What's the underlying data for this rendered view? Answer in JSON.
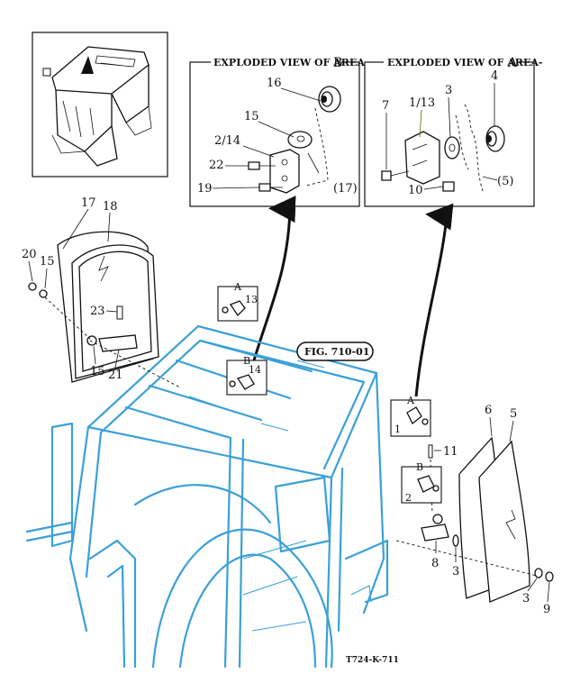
{
  "figure_code": "T724-K-711",
  "fig_ref": "FIG. 710-01",
  "exploded_b": {
    "title": "EXPLODED VIEW OF AREA-",
    "letter": "B"
  },
  "exploded_a": {
    "title": "EXPLODED VIEW OF AREA-",
    "letter": "A"
  },
  "callouts": {
    "area_a_top": {
      "letter": "A",
      "num": "13"
    },
    "area_b_top": {
      "letter": "B",
      "num": "14"
    },
    "area_a_right": {
      "letter": "A",
      "num": "1"
    },
    "area_b_right": {
      "letter": "B",
      "num": "2"
    }
  },
  "labels": {
    "n16": "16",
    "n15b": "15",
    "n2_14": "2/14",
    "n22": "22",
    "n19": "19",
    "n17p": "(17)",
    "n7": "7",
    "n1_13": "1/13",
    "n3a": "3",
    "n4": "4",
    "n10": "10",
    "n5p": "(5)",
    "n17": "17",
    "n18": "18",
    "n20": "20",
    "n15l": "15",
    "n23": "23",
    "n15bot": "15",
    "n21": "21",
    "n6": "6",
    "n5": "5",
    "n11": "11",
    "n8": "8",
    "n3b": "3",
    "n3c": "3",
    "n9": "9"
  }
}
